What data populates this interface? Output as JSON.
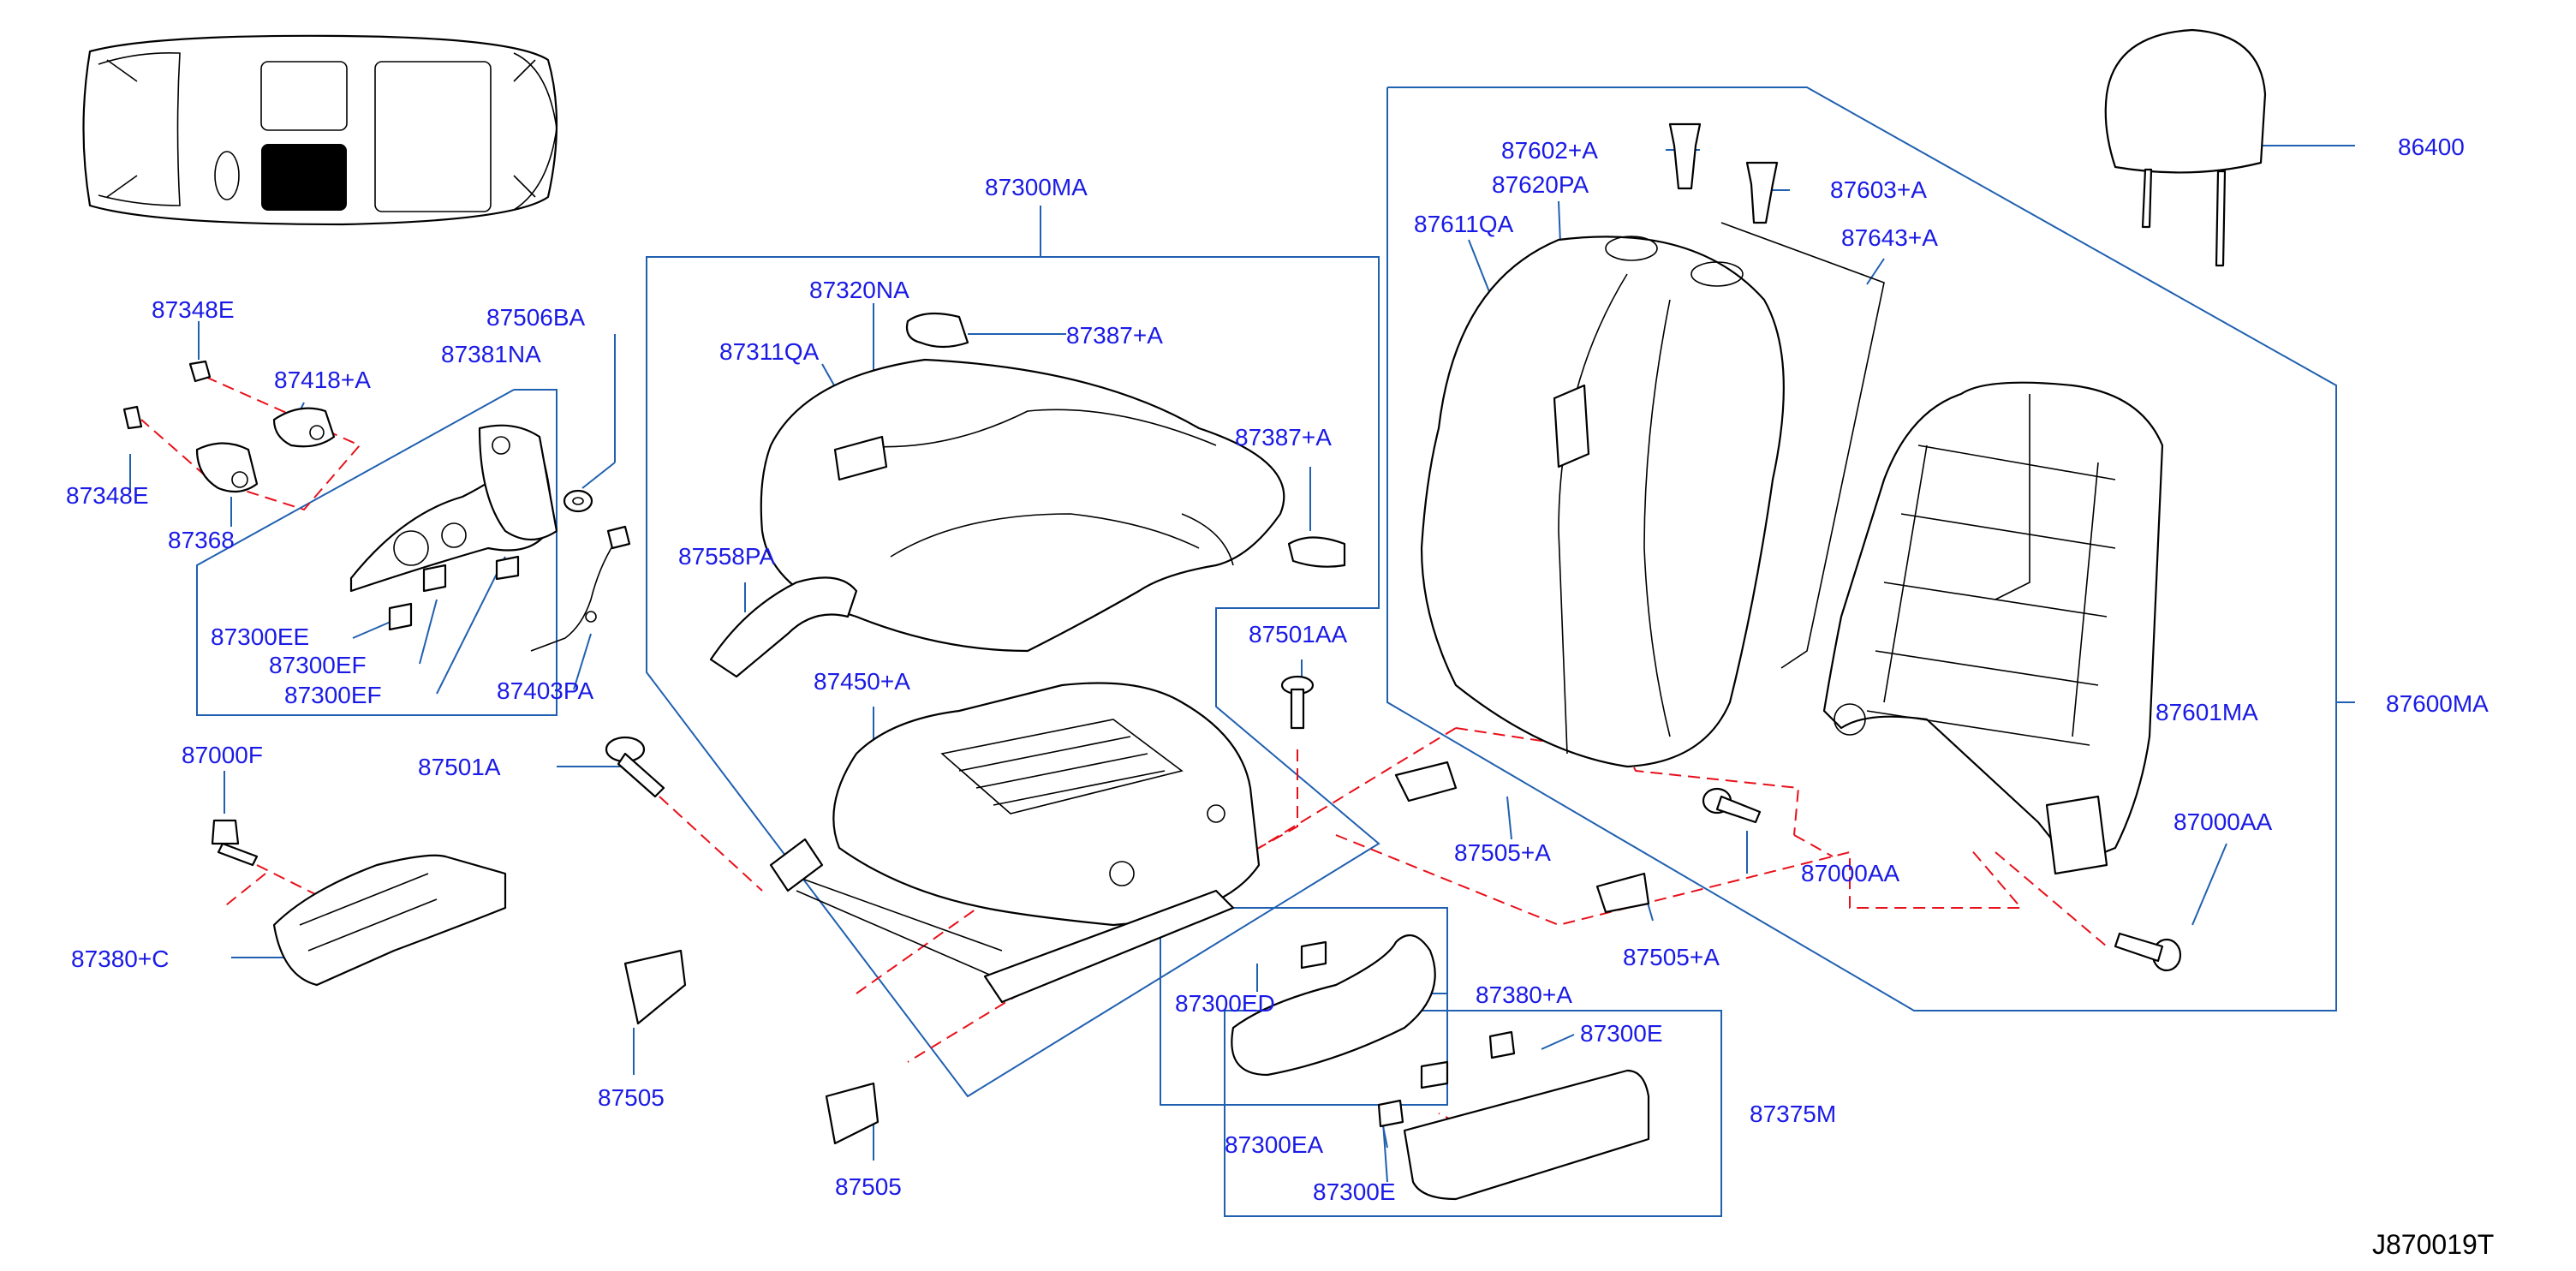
{
  "diagram_code": "J870019T",
  "labels": {
    "l87300MA": "87300MA",
    "l87320NA": "87320NA",
    "l87387A_1": "87387+A",
    "l87311QA": "87311QA",
    "l87387A_2": "87387+A",
    "l87558PA": "87558PA",
    "l87450A": "87450+A",
    "l87501AA": "87501AA",
    "l87501A": "87501A",
    "l87348E_1": "87348E",
    "l87418A": "87418+A",
    "l87348E_2": "87348E",
    "l87368": "87368",
    "l87506BA": "87506BA",
    "l87381NA": "87381NA",
    "l87300EE": "87300EE",
    "l87300EF_1": "87300EF",
    "l87300EF_2": "87300EF",
    "l87403PA": "87403PA",
    "l87000F": "87000F",
    "l87380C": "87380+C",
    "l87505_1": "87505",
    "l87505_2": "87505",
    "l87505A_1": "87505+A",
    "l87505A_2": "87505+A",
    "l87300ED": "87300ED",
    "l87380A": "87380+A",
    "l87300E_1": "87300E",
    "l87375M": "87375M",
    "l87300EA": "87300EA",
    "l87300E_2": "87300E",
    "l87602A": "87602+A",
    "l87620PA": "87620PA",
    "l87603A": "87603+A",
    "l87611QA": "87611QA",
    "l87643A": "87643+A",
    "l86400": "86400",
    "l87601MA": "87601MA",
    "l87600MA": "87600MA",
    "l87000AA_1": "87000AA",
    "l87000AA_2": "87000AA"
  },
  "colors": {
    "label": "#1a1ae6",
    "leader": "#2060b0",
    "dashed_guide": "#e8101a",
    "line_art": "#000000"
  }
}
